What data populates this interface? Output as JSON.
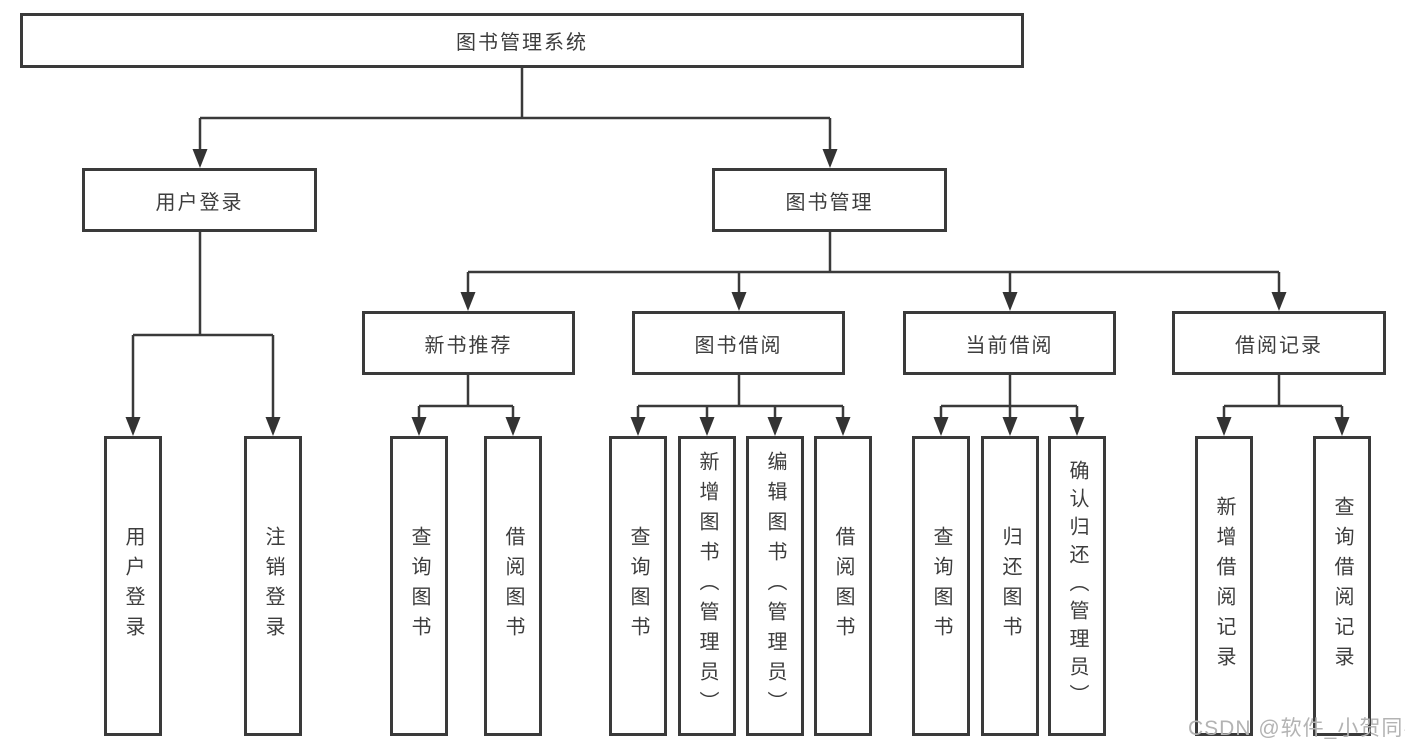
{
  "diagram": {
    "root": {
      "label": "图书管理系统"
    },
    "level2": [
      {
        "id": "user-login",
        "label": "用户登录"
      },
      {
        "id": "book-management",
        "label": "图书管理"
      }
    ],
    "level3": [
      {
        "id": "new-book-recommend",
        "label": "新书推荐",
        "parent": "图书管理"
      },
      {
        "id": "book-borrow",
        "label": "图书借阅",
        "parent": "图书管理"
      },
      {
        "id": "current-borrow",
        "label": "当前借阅",
        "parent": "图书管理"
      },
      {
        "id": "borrow-records",
        "label": "借阅记录",
        "parent": "图书管理"
      }
    ],
    "leaves": [
      {
        "label": "用户登录",
        "parent": "用户登录"
      },
      {
        "label": "注销登录",
        "parent": "用户登录"
      },
      {
        "label": "查询图书",
        "parent": "新书推荐"
      },
      {
        "label": "借阅图书",
        "parent": "新书推荐"
      },
      {
        "label": "查询图书",
        "parent": "图书借阅"
      },
      {
        "label": "新增图书（管理员）",
        "parent": "图书借阅"
      },
      {
        "label": "编辑图书（管理员）",
        "parent": "图书借阅"
      },
      {
        "label": "借阅图书",
        "parent": "图书借阅"
      },
      {
        "label": "查询图书",
        "parent": "当前借阅"
      },
      {
        "label": "归还图书",
        "parent": "当前借阅"
      },
      {
        "label": "确认归还（管理员）",
        "parent": "当前借阅"
      },
      {
        "label": "新增借阅记录",
        "parent": "借阅记录"
      },
      {
        "label": "查询借阅记录",
        "parent": "借阅记录"
      }
    ]
  },
  "watermark": "CSDN @软件_小贺同学",
  "colors": {
    "line": "#3a3a3a",
    "text": "#3d3d3d",
    "watermark": "#b3b3b3",
    "background": "#ffffff"
  }
}
